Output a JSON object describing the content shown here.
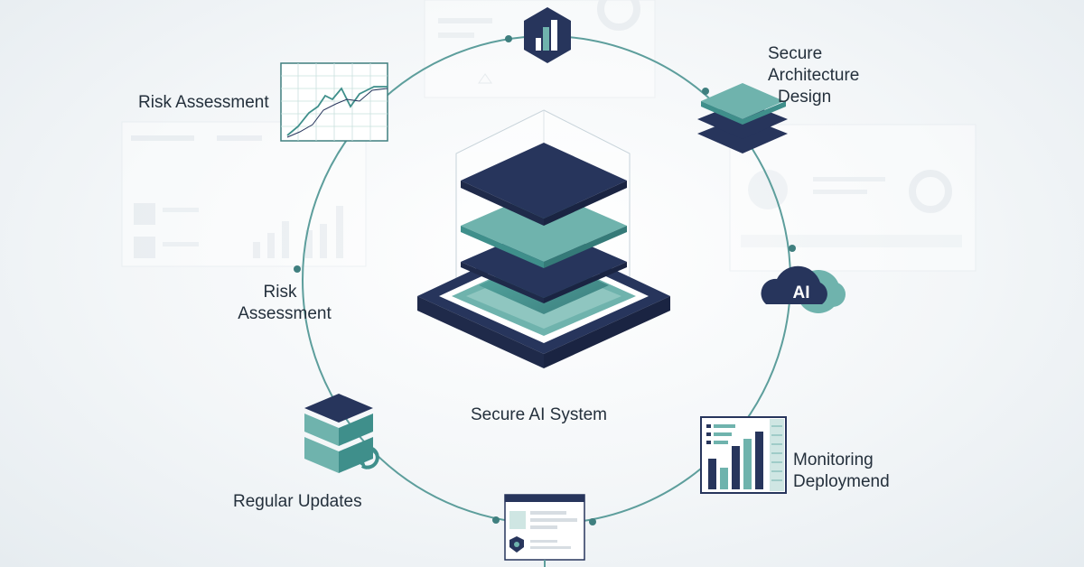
{
  "center": {
    "label": "Secure AI System"
  },
  "nodes": {
    "risk_assessment_top": "Risk Assessment",
    "secure_architecture": [
      "Secure",
      "Architecture",
      "Design"
    ],
    "ai_cloud": "AI",
    "monitoring": [
      "Monitoring",
      "Deploymend"
    ],
    "regular_updates": "Regular Updates",
    "risk_assessment_left": [
      "Risk",
      "Assessment"
    ]
  },
  "colors": {
    "navy": "#27355c",
    "teal": "#6fb3ad",
    "teal_dark": "#3f8f8b",
    "ring": "#5d9e9c"
  }
}
